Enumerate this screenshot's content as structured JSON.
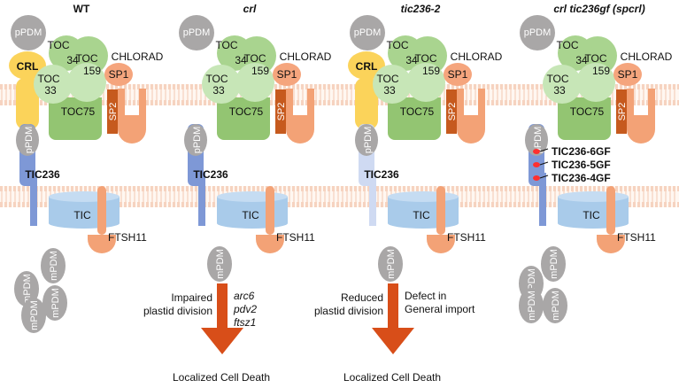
{
  "panels": [
    {
      "title": "WT",
      "italic": false,
      "show_crl": true,
      "crl_label": "CRL",
      "tic236_label": "TIC236",
      "tic236_faded": false,
      "mutations": [],
      "mpdm_cluster": true,
      "mpdm_single": false,
      "outcome": null
    },
    {
      "title": "crl",
      "italic": true,
      "show_crl": false,
      "crl_label": "",
      "tic236_label": "TIC236",
      "tic236_faded": false,
      "mutations": [],
      "mpdm_cluster": false,
      "mpdm_single": true,
      "outcome": {
        "left_text": [
          "Impaired",
          "plastid division"
        ],
        "right_text": [
          "arc6",
          "pdv2",
          "ftsz1"
        ],
        "right_italic": true,
        "result": "Localized Cell Death"
      }
    },
    {
      "title": "tic236-2",
      "italic": true,
      "show_crl": true,
      "crl_label": "CRL",
      "tic236_label": "TIC236",
      "tic236_faded": true,
      "mutations": [],
      "mpdm_cluster": false,
      "mpdm_single": true,
      "outcome": {
        "left_text": [
          "Reduced",
          "plastid division"
        ],
        "right_text": [
          "Defect in",
          "General import"
        ],
        "right_italic": false,
        "result": "Localized Cell Death"
      }
    },
    {
      "title": "crl tic236gf (spcrl)",
      "italic": true,
      "show_crl": false,
      "crl_label": "",
      "tic236_label": "",
      "tic236_faded": false,
      "mutations": [
        "TIC236-6GF",
        "TIC236-5GF",
        "TIC236-4GF"
      ],
      "mpdm_cluster": true,
      "mpdm_single": false,
      "outcome": null
    }
  ],
  "labels": {
    "ppdm": "pPDM",
    "mpdm": "mPDM",
    "toc34": "TOC 34",
    "toc33": "TOC 33",
    "toc159": "TOC 159",
    "toc75": "TOC75",
    "chlorad": "CHLORAD",
    "sp1": "SP1",
    "sp2": "SP2",
    "tic": "TIC",
    "ftsh11": "FTSH11"
  },
  "colors": {
    "pdm": "#a9a7a7",
    "crl": "#fbd35a",
    "toc_light": "#c7e6b7",
    "toc_mid": "#a9d48f",
    "toc75": "#93c572",
    "sp1": "#f5a57d",
    "sp2": "#c65a1e",
    "chlorad": "#f3a276",
    "tic236": "#7e98d6",
    "tic236_faded": "#cfdaf2",
    "tic": "#a9cbea",
    "membrane": "#f6d3c0",
    "arrow": "#d84e19",
    "mutation": "#ff2f2f"
  }
}
